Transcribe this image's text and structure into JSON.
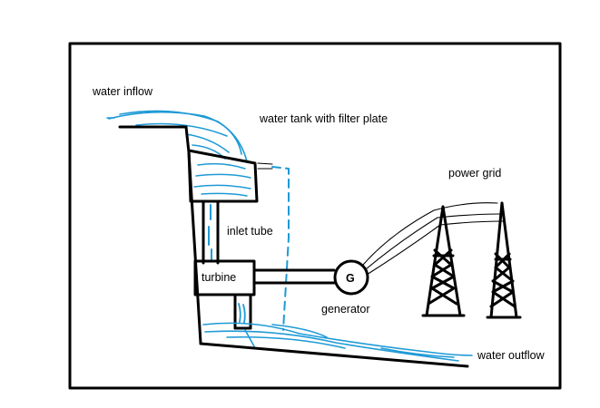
{
  "labels": {
    "water_inflow": "water inflow",
    "water_tank": "water tank with filter plate",
    "power_grid": "power grid",
    "inlet_tube": "inlet tube",
    "turbine": "turbine",
    "generator_symbol": "G",
    "generator": "generator",
    "water_outflow": "water outflow"
  },
  "colors": {
    "water": "#1e9ad6",
    "ink": "#000000",
    "background": "#ffffff"
  }
}
